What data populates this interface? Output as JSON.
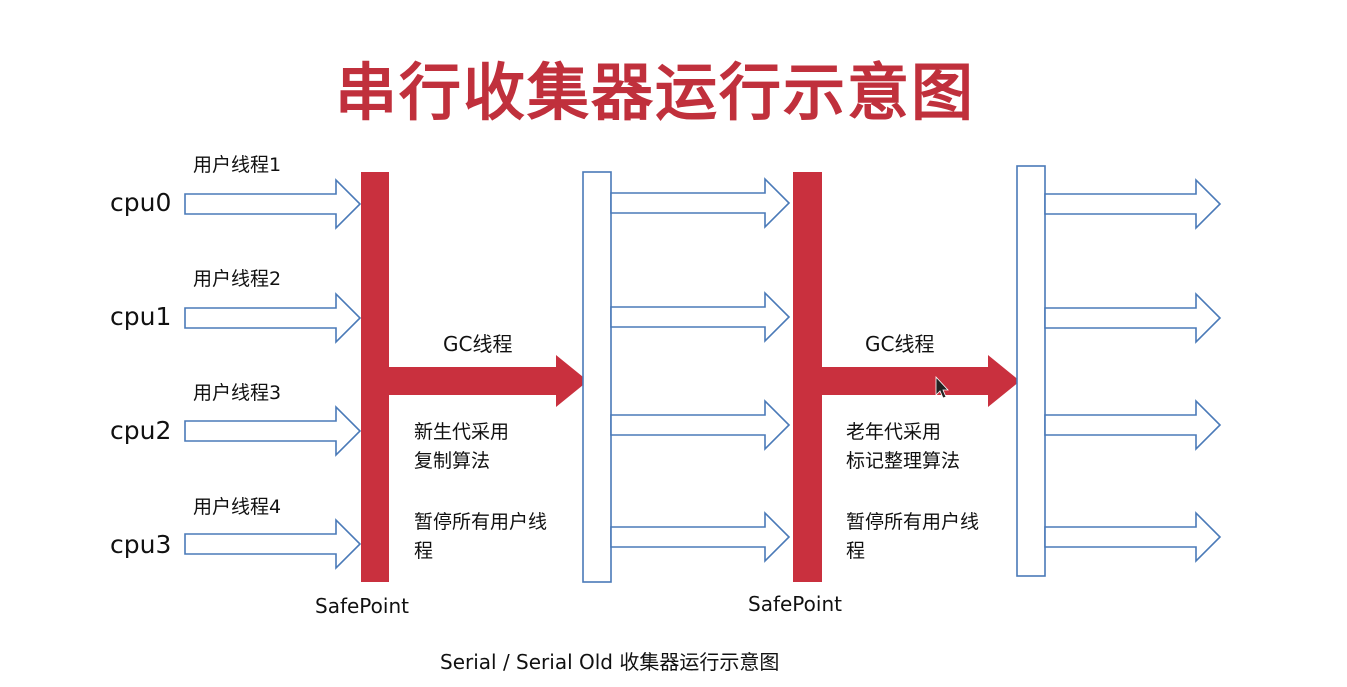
{
  "title": "串行收集器运行示意图",
  "cpus": [
    "cpu0",
    "cpu1",
    "cpu2",
    "cpu3"
  ],
  "user_threads": [
    "用户线程1",
    "用户线程2",
    "用户线程3",
    "用户线程4"
  ],
  "phase1": {
    "gc_thread": "GC线程",
    "note1_line1": "新生代采用",
    "note1_line2": "复制算法",
    "note2_line1": "暂停所有用户线",
    "note2_line2": "程",
    "safepoint": "SafePoint"
  },
  "phase2": {
    "gc_thread": "GC线程",
    "note1_line1": "老年代采用",
    "note1_line2": "标记整理算法",
    "note2_line1": "暂停所有用户线",
    "note2_line2": "程",
    "safepoint": "SafePoint"
  },
  "caption": "Serial / Serial Old 收集器运行示意图",
  "colors": {
    "red": "#c9303e",
    "arrow_stroke": "#4a7ab8",
    "text": "#111111"
  }
}
